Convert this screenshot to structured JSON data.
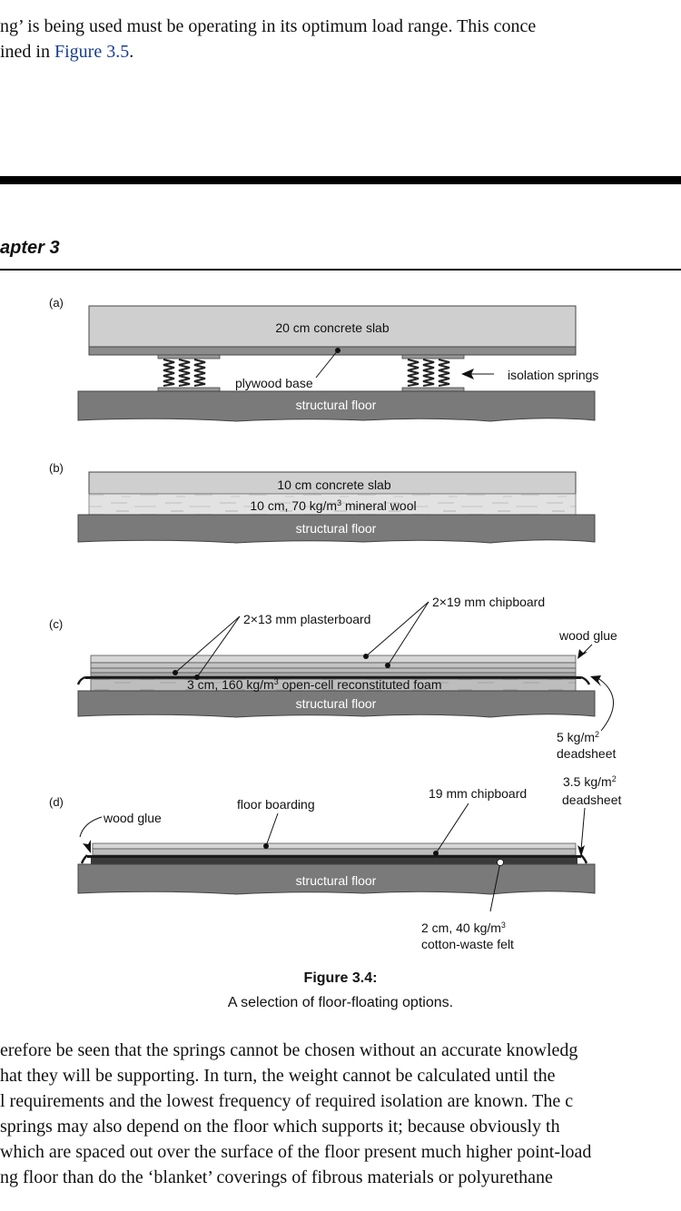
{
  "top_text": {
    "line1": "ng’ is being used must be operating in its optimum load range. This conce",
    "line2_prefix": "ined in ",
    "line2_link": "Figure 3.5",
    "line2_suffix": "."
  },
  "running_header": "apter 3",
  "figure": {
    "panels": {
      "a": {
        "letter": "(a)",
        "slab": "20 cm concrete slab",
        "base": "plywood base",
        "springs": "isolation springs",
        "floor": "structural floor"
      },
      "b": {
        "letter": "(b)",
        "slab": "10 cm concrete slab",
        "wool_prefix": "10 cm, 70 kg/m",
        "wool_sup": "3",
        "wool_suffix": " mineral wool",
        "floor": "structural floor"
      },
      "c": {
        "letter": "(c)",
        "plasterboard": "2×13 mm plasterboard",
        "chipboard": "2×19 mm chipboard",
        "glue": "wood glue",
        "foam_prefix": "3 cm, 160 kg/m",
        "foam_sup": "3",
        "foam_suffix": " open-cell reconstituted foam",
        "floor": "structural floor",
        "deadsheet_prefix": "5 kg/m",
        "deadsheet_sup": "2",
        "deadsheet_word": "deadsheet"
      },
      "d": {
        "letter": "(d)",
        "glue": "wood glue",
        "boarding": "floor boarding",
        "chipboard": "19 mm chipboard",
        "deadsheet_prefix": "3.5 kg/m",
        "deadsheet_sup": "2",
        "deadsheet_word": "deadsheet",
        "floor": "structural floor",
        "felt_prefix": "2 cm, 40 kg/m",
        "felt_sup": "3",
        "felt_word": "cotton-waste felt"
      }
    },
    "caption_title": "Figure 3.4:",
    "caption_text": "A selection of floor-floating options."
  },
  "bottom_text": {
    "line1": "erefore be seen that the springs cannot be chosen without an accurate knowledg",
    "line2": "hat they will be supporting. In turn, the weight cannot be calculated until the",
    "line3": "l requirements and the lowest frequency of required isolation are known. The c",
    "line4": " springs may also depend on the floor which supports it; because obviously th",
    "line5": "which are spaced out over the surface of the floor present much higher point-load",
    "line6": "ng floor than do the ‘blanket’ coverings of fibrous materials or polyurethane"
  }
}
